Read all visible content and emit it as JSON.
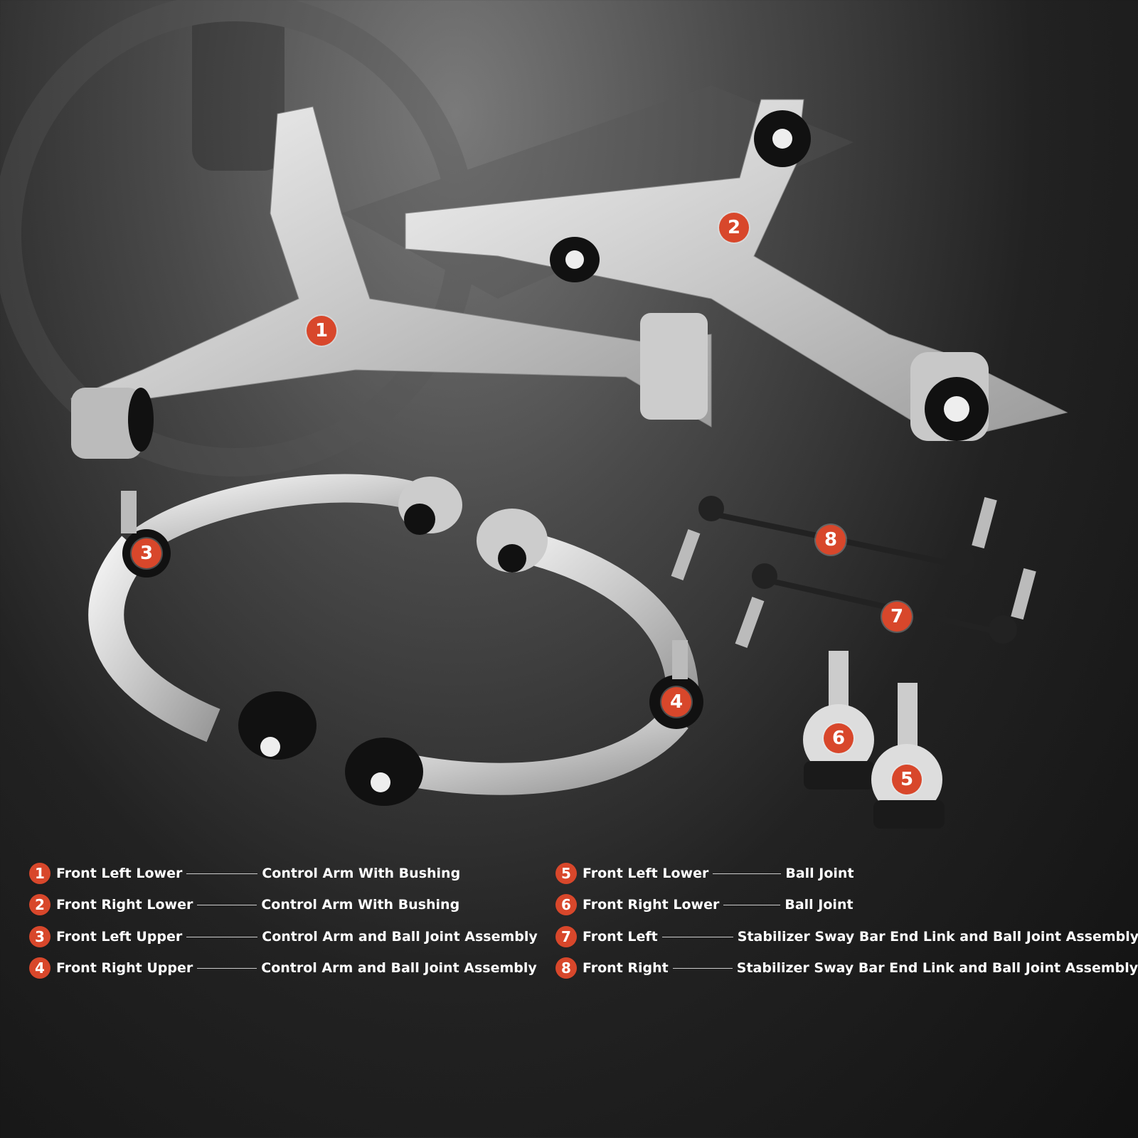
{
  "badges": [
    "1",
    "2",
    "3",
    "4",
    "5",
    "6",
    "7",
    "8"
  ],
  "legend": [
    {
      "num": "1",
      "position": "Front Left Lower",
      "part": "Control Arm With Bushing"
    },
    {
      "num": "2",
      "position": "Front Right Lower",
      "part": "Control Arm With Bushing"
    },
    {
      "num": "3",
      "position": "Front Left Upper",
      "part": "Control Arm and Ball Joint Assembly"
    },
    {
      "num": "4",
      "position": "Front Right Upper",
      "part": "Control Arm and Ball Joint Assembly"
    },
    {
      "num": "5",
      "position": "Front Left Lower",
      "part": "Ball Joint"
    },
    {
      "num": "6",
      "position": "Front Right Lower",
      "part": "Ball Joint"
    },
    {
      "num": "7",
      "position": "Front Left",
      "part": "Stabilizer Sway Bar End Link and Ball Joint Assembly"
    },
    {
      "num": "8",
      "position": "Front Right",
      "part": "Stabilizer Sway Bar End Link and Ball Joint Assembly"
    }
  ],
  "colors": {
    "badge": "#d8472b",
    "background": "#1a1a1a",
    "metal": "#d9d9d9"
  }
}
